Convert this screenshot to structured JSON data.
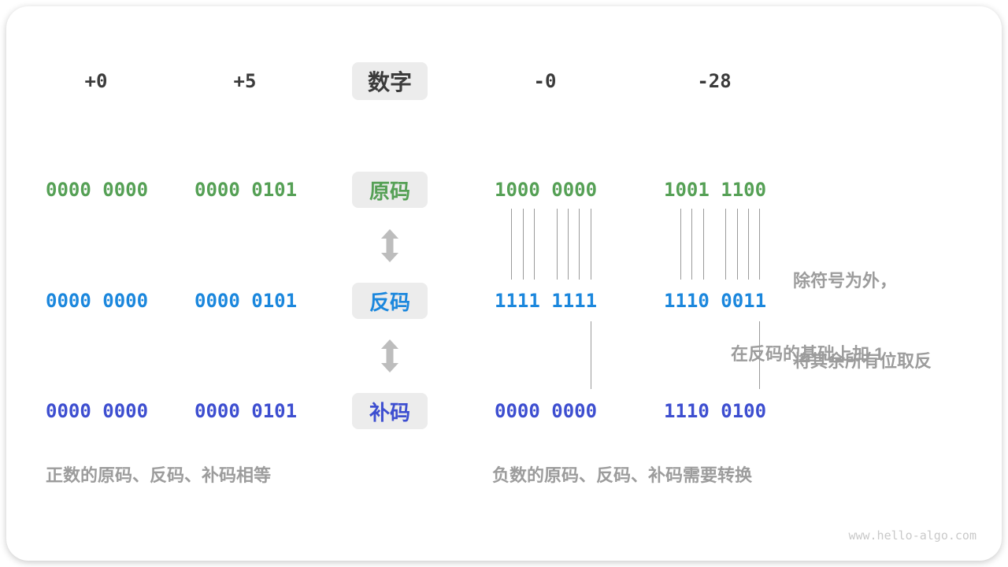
{
  "header": {
    "digit_label": "数字"
  },
  "columns": [
    {
      "number": "+0",
      "sign_magnitude": "0000 0000",
      "ones_complement": "0000 0000",
      "twos_complement": "0000 0000"
    },
    {
      "number": "+5",
      "sign_magnitude": "0000 0101",
      "ones_complement": "0000 0101",
      "twos_complement": "0000 0101"
    },
    {
      "number": "-0",
      "sign_magnitude": "1000 0000",
      "ones_complement": "1111 1111",
      "twos_complement": "0000 0000"
    },
    {
      "number": "-28",
      "sign_magnitude": "1001 1100",
      "ones_complement": "1110 0011",
      "twos_complement": "1110 0100"
    }
  ],
  "row_labels": {
    "sign_magnitude": "原码",
    "ones_complement": "反码",
    "twos_complement": "补码"
  },
  "annotations": {
    "invert_line1": "除符号为外，",
    "invert_line2": "将其余所有位取反",
    "add_one": "在反码的基础上加 1"
  },
  "captions": {
    "positive": "正数的原码、反码、补码相等",
    "negative": "负数的原码、反码、补码需要转换"
  },
  "watermark": "www.hello-algo.com",
  "colors": {
    "sign_magnitude": "#55a055",
    "ones_complement": "#1b87dd",
    "twos_complement": "#3d4ed0",
    "number_text": "#3b3b3b",
    "annotation_text": "#9c9c9c",
    "tag_background": "#ececec",
    "arrow": "#bdbdbd",
    "connector_line": "#9a9a9a",
    "watermark_text": "#c9c9c9"
  }
}
